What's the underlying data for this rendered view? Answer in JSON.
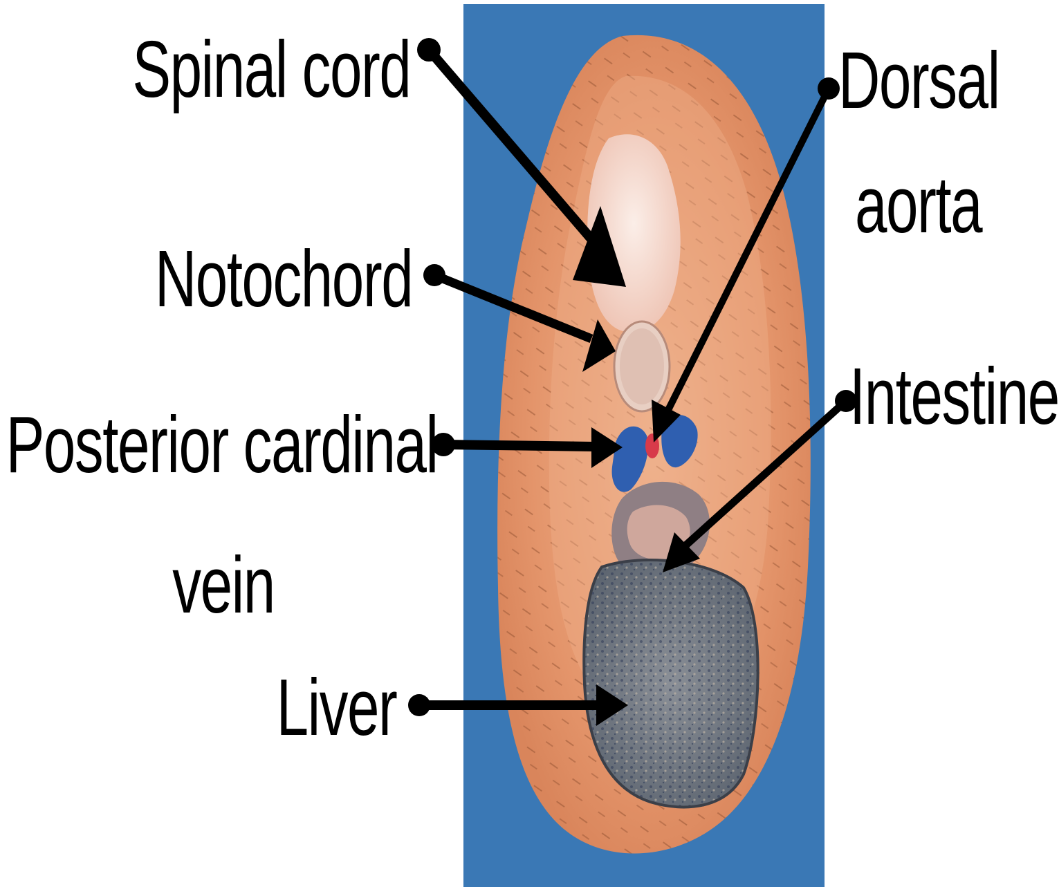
{
  "labels": {
    "spinal_cord": "Spinal cord",
    "notochord": "Notochord",
    "posterior_cardinal_line1": "Posterior cardinal",
    "posterior_cardinal_line2": "vein",
    "liver": "Liver",
    "dorsal_aorta_line1": "Dorsal",
    "dorsal_aorta_line2": "aorta",
    "intestine": "Intestine"
  },
  "colors": {
    "background_panel": "#3a78b5",
    "muscle_orange": "#e0986e",
    "muscle_light": "#f1c2a0",
    "neural_pink": "#f3d9cf",
    "vein_blue": "#2f5fb0",
    "aorta_red": "#d83a4a",
    "liver_gray": "#6e7682",
    "pointer": "#000000"
  },
  "icons": {
    "pointer_start": "dot",
    "pointer_end": "arrowhead"
  }
}
